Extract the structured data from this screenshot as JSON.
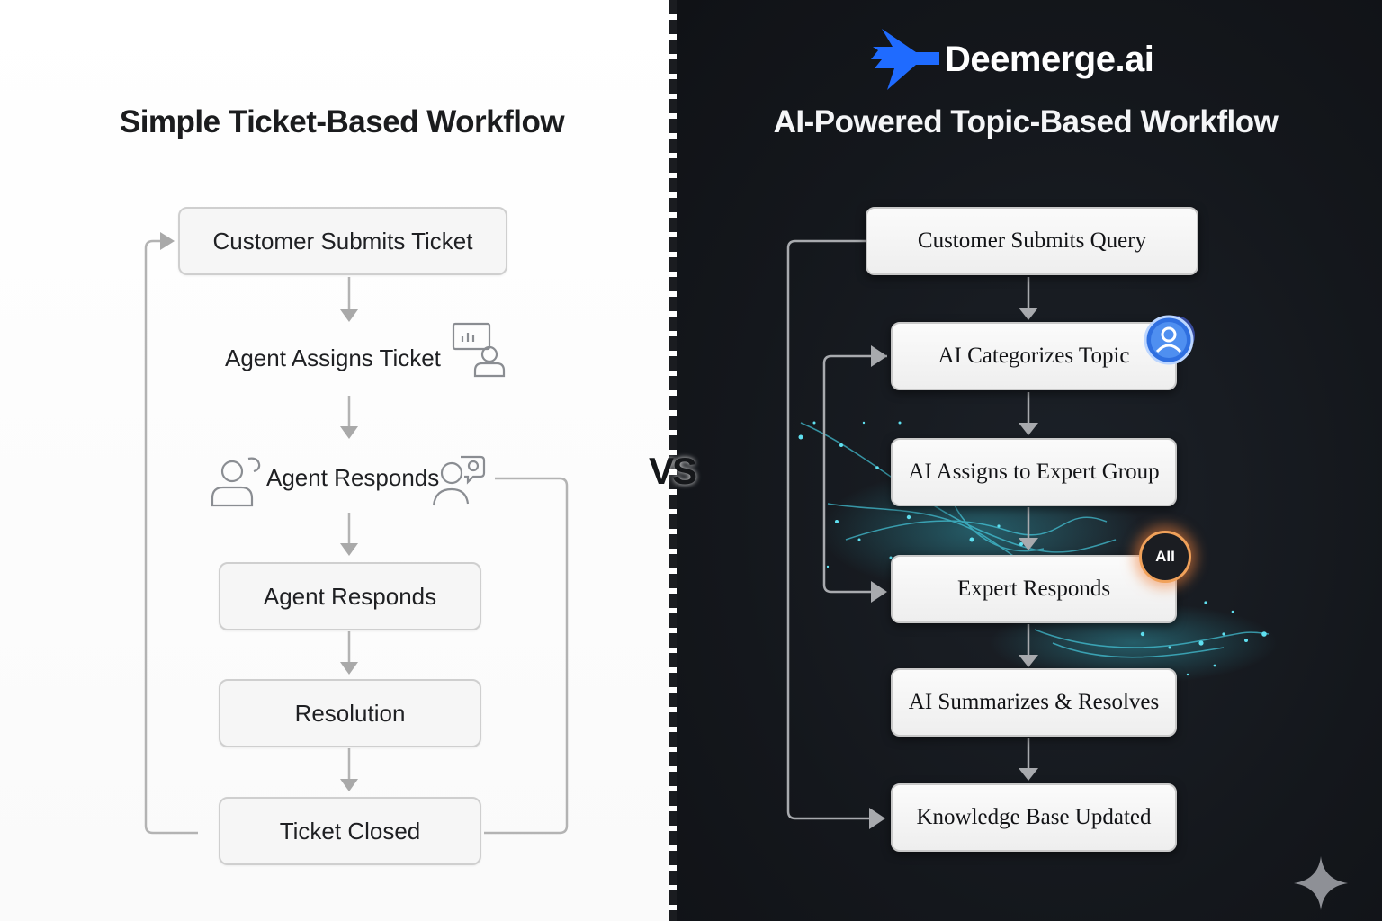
{
  "brand": {
    "name": "Deemerge.ai",
    "accent_color": "#1f6bff",
    "logo_icon": "arrow-wing-logo"
  },
  "vs_label": "VS",
  "left": {
    "title": "Simple Ticket-Based Workflow",
    "steps": {
      "customer_submits": "Customer Submits Ticket",
      "agent_assigns": "Agent Assigns Ticket",
      "agent_responds_icons": "Agent Responds",
      "agent_responds": "Agent Responds",
      "resolution": "Resolution",
      "ticket_closed": "Ticket Closed"
    },
    "icons": [
      "agent-at-desk-icon",
      "person-speech-icon",
      "people-speech-icon"
    ]
  },
  "right": {
    "title": "AI-Powered Topic-Based Workflow",
    "steps": {
      "customer_submits": "Customer Submits Query",
      "ai_categorizes": "AI Categorizes Topic",
      "ai_assigns": "AI Assigns to Expert Group",
      "expert_responds": "Expert Responds",
      "ai_summarizes": "AI Summarizes & Resolves",
      "kb_updated": "Knowledge Base Updated"
    },
    "badges": {
      "ai_badge_text": "AII",
      "user_badge_icon": "user-avatar-icon"
    },
    "colors": {
      "glow_teal": "#3ad1e6",
      "badge_orange": "#f0a15a",
      "badge_blue": "#2f6fe0"
    }
  }
}
